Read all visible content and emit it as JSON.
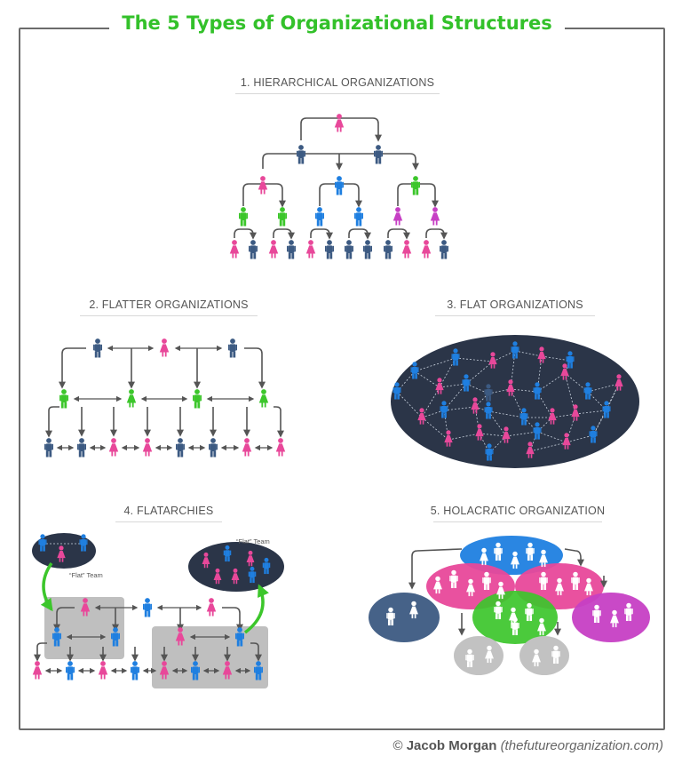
{
  "title": "The 5 Types of Organizational Structures",
  "sections": {
    "hierarchical": "1. HIERARCHICAL ORGANIZATIONS",
    "flatter": "2. FLATTER ORGANIZATIONS",
    "flat": "3. FLAT ORGANIZATIONS",
    "flatarchies": "4. FLATARCHIES",
    "holacratic": "5. HOLACRATIC ORGANIZATION"
  },
  "flat_team_label": "“Flat” Team",
  "credit": {
    "symbol": "©",
    "author": "Jacob Morgan",
    "site": "(thefutureorganization.com)"
  },
  "colors": {
    "pink": "#e8489a",
    "navy": "#3c5a82",
    "blue": "#1f7fe0",
    "green": "#3cc62b",
    "magenta": "#c63fc4",
    "dark_bg": "#2b3548",
    "gray_box": "#bfbfbf",
    "arrow": "#555555",
    "title_green": "#33c12a"
  }
}
